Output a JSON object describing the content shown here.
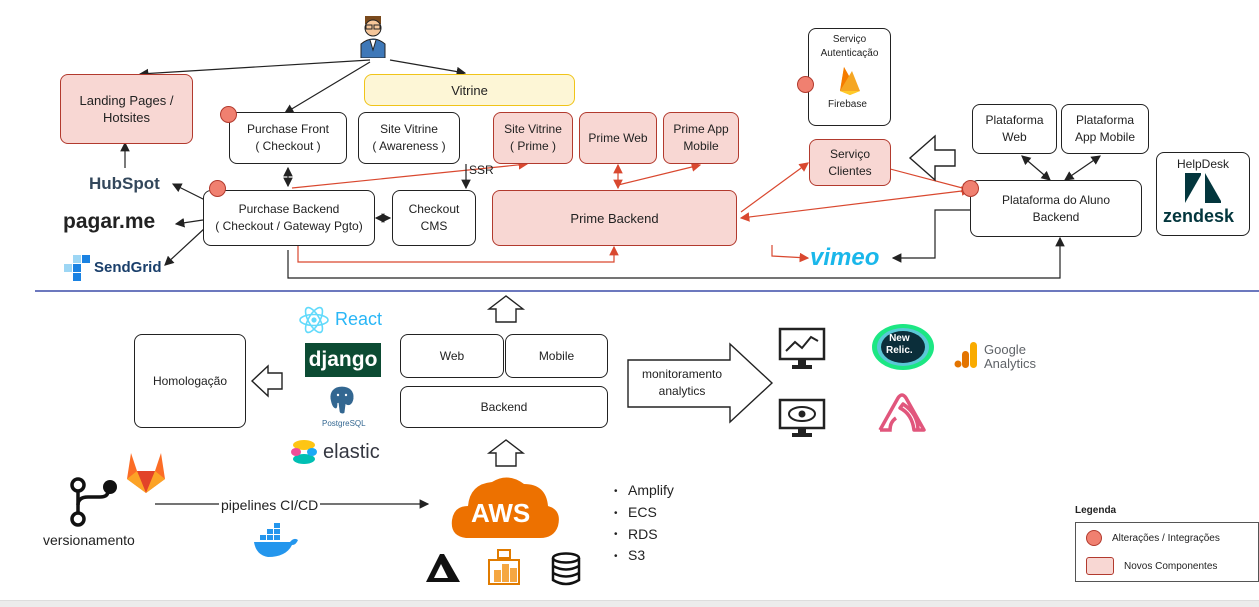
{
  "diagram": {
    "boxes": {
      "landing": "Landing Pages /\nHotsites",
      "vitrine": "Vitrine",
      "purchase_front": "Purchase Front\n( Checkout )",
      "site_vitrine_awareness": "Site Vitrine\n( Awareness )",
      "site_vitrine_prime": "Site Vitrine\n( Prime )",
      "prime_web": "Prime Web",
      "prime_app": "Prime App\nMobile",
      "servico_auth": "Serviço\nAutenticação",
      "firebase": "Firebase",
      "servico_clientes": "Serviço\nClientes",
      "plataforma_web": "Plataforma\nWeb",
      "plataforma_app": "Plataforma\nApp Mobile",
      "purchase_backend": "Purchase Backend\n( Checkout / Gateway Pgto)",
      "checkout_cms": "Checkout\nCMS",
      "prime_backend": "Prime Backend",
      "plataforma_aluno": "Plataforma do Aluno\nBackend",
      "helpdesk": "HelpDesk",
      "homologacao": "Homologação",
      "web": "Web",
      "mobile": "Mobile",
      "backend": "Backend",
      "monitoramento": "monitoramento\nanalytics"
    },
    "labels": {
      "ssr": "SSR",
      "pipelines": "pipelines CI/CD",
      "versionamento": "versionamento"
    },
    "logos": {
      "hubspot": "HubSpot",
      "pagarme": "pagar.me",
      "sendgrid": "SendGrid",
      "vimeo": "vimeo",
      "zendesk": "zendesk",
      "react": "React",
      "django": "django",
      "postgresql": "PostgreSQL",
      "elastic": "elastic",
      "aws": "AWS",
      "newrelic": "New\nRelic.",
      "google": "Google",
      "analytics": "Analytics"
    },
    "aws_services": [
      "Amplify",
      "ECS",
      "RDS",
      "S3"
    ],
    "legend": {
      "title": "Legenda",
      "changes": "Alterações / Integrações",
      "new_components": "Novos Componentes"
    },
    "colors": {
      "accent_red": "#b23a2e",
      "new_fill": "#f8d7d3",
      "vitrine_yellow": "#f0c419",
      "divider_blue": "#3c4ba8"
    }
  }
}
